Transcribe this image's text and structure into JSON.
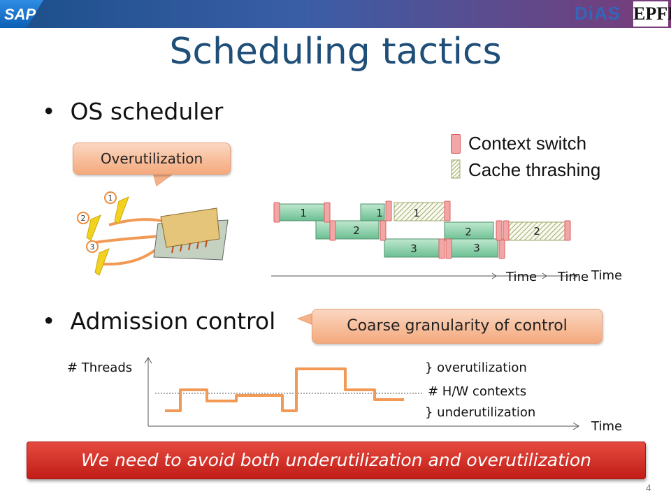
{
  "header": {
    "sap_logo": "SAP",
    "dias_logo": "DiAS",
    "epfl_logo": "EPFL"
  },
  "slide": {
    "title": "Scheduling tactics",
    "bullet1": "OS scheduler",
    "bullet2": "Admission control",
    "callout_overutilization": "Overutilization",
    "callout_coarse": "Coarse granularity of control",
    "legend": {
      "context_switch": "Context switch",
      "cache_thrashing": "Cache thrashing"
    },
    "thread_labels": [
      "1",
      "2",
      "3"
    ],
    "timeline_blocks": [
      {
        "label": "1"
      },
      {
        "label": "1"
      },
      {
        "label": "1"
      },
      {
        "label": "2"
      },
      {
        "label": "2"
      },
      {
        "label": "2"
      },
      {
        "label": "3"
      },
      {
        "label": "3"
      }
    ],
    "time_labels": [
      "Time",
      "Time",
      "Time"
    ],
    "threads_axis_label": "# Threads",
    "time_axis_label": "Time",
    "overutilization_label": "} overutilization",
    "hw_contexts_label": "# H/W contexts",
    "underutilization_label": "} underutilization",
    "banner": "We need to avoid both underutilization and overutilization",
    "page_number": "4"
  },
  "colors": {
    "title": "#1f4e79",
    "accent_orange": "#f29a55",
    "banner_red": "#d12f27",
    "block_green": "#7fc9a0"
  }
}
